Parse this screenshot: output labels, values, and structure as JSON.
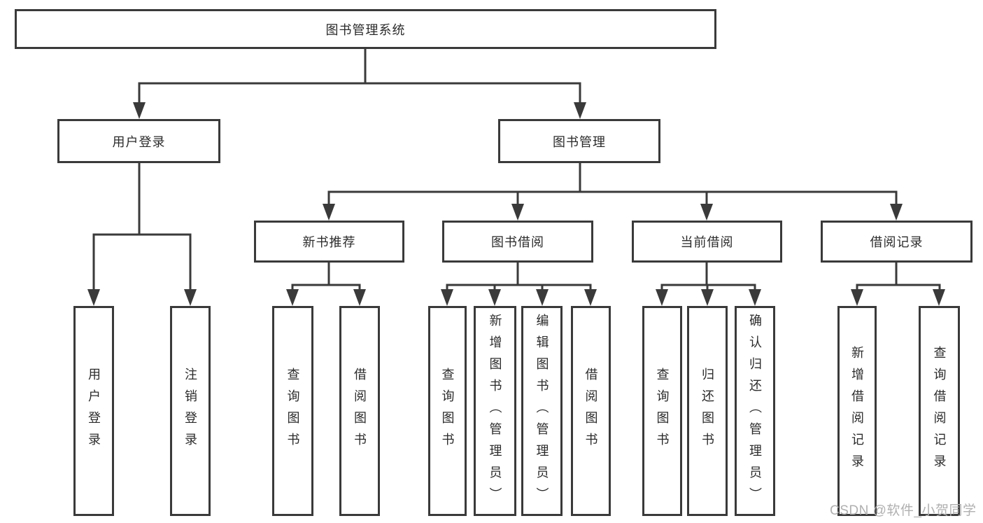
{
  "diagram": {
    "root": {
      "label": "图书管理系统"
    },
    "branches": [
      {
        "label": "用户登录",
        "children": [
          {
            "label": "用户登录"
          },
          {
            "label": "注销登录"
          }
        ]
      },
      {
        "label": "图书管理",
        "children": [
          {
            "label": "新书推荐",
            "children": [
              {
                "label": "查询图书"
              },
              {
                "label": "借阅图书"
              }
            ]
          },
          {
            "label": "图书借阅",
            "children": [
              {
                "label": "查询图书"
              },
              {
                "label": "新增图书（管理员）"
              },
              {
                "label": "编辑图书（管理员）"
              },
              {
                "label": "借阅图书"
              }
            ]
          },
          {
            "label": "当前借阅",
            "children": [
              {
                "label": "查询图书"
              },
              {
                "label": "归还图书"
              },
              {
                "label": "确认归还（管理员）"
              }
            ]
          },
          {
            "label": "借阅记录",
            "children": [
              {
                "label": "新增借阅记录"
              },
              {
                "label": "查询借阅记录"
              }
            ]
          }
        ]
      }
    ],
    "colors": {
      "line": "#3a3a3a",
      "text": "#2b2b2b",
      "watermark_text": "#b0b0b0",
      "background": "#ffffff"
    }
  },
  "watermark": {
    "text": "CSDN @软件_小贺同学"
  }
}
